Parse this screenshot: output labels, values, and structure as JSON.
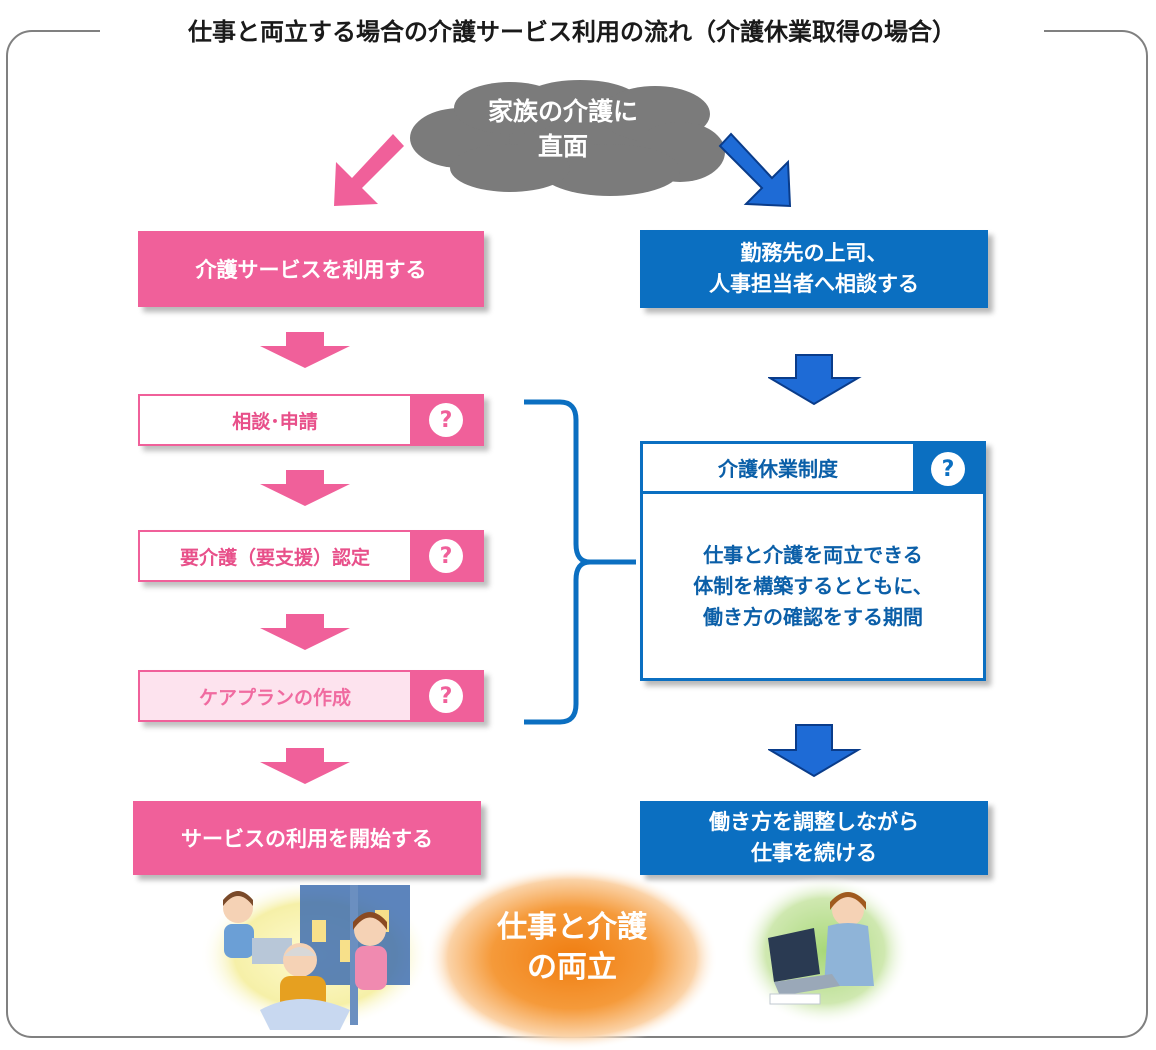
{
  "title": "仕事と両立する場合の介護サービス利用の流れ（介護休業取得の場合）",
  "cloud": {
    "line1": "家族の介護に",
    "line2": "直面"
  },
  "left": {
    "use_service": "介護サービスを利用する",
    "steps": [
      {
        "label": "相談･申請",
        "q": "?"
      },
      {
        "label": "要介護（要支援）認定",
        "q": "?"
      },
      {
        "label": "ケアプランの作成",
        "q": "?"
      }
    ],
    "start_service": "サービスの利用を開始する"
  },
  "right": {
    "consult_line1": "勤務先の上司、",
    "consult_line2": "人事担当者へ相談する",
    "leave_title": "介護休業制度",
    "leave_q": "?",
    "leave_body_line1": "仕事と介護を両立できる",
    "leave_body_line2": "体制を構築するとともに、",
    "leave_body_line3": "働き方の確認をする期間",
    "continue_line1": "働き方を調整しながら",
    "continue_line2": "仕事を続ける"
  },
  "balance": {
    "line1": "仕事と介護",
    "line2": "の両立"
  },
  "colors": {
    "pink": "#f0609a",
    "blue": "#0b6fc1",
    "orange": "#f28a1e",
    "cloud": "#7b7b7b"
  }
}
